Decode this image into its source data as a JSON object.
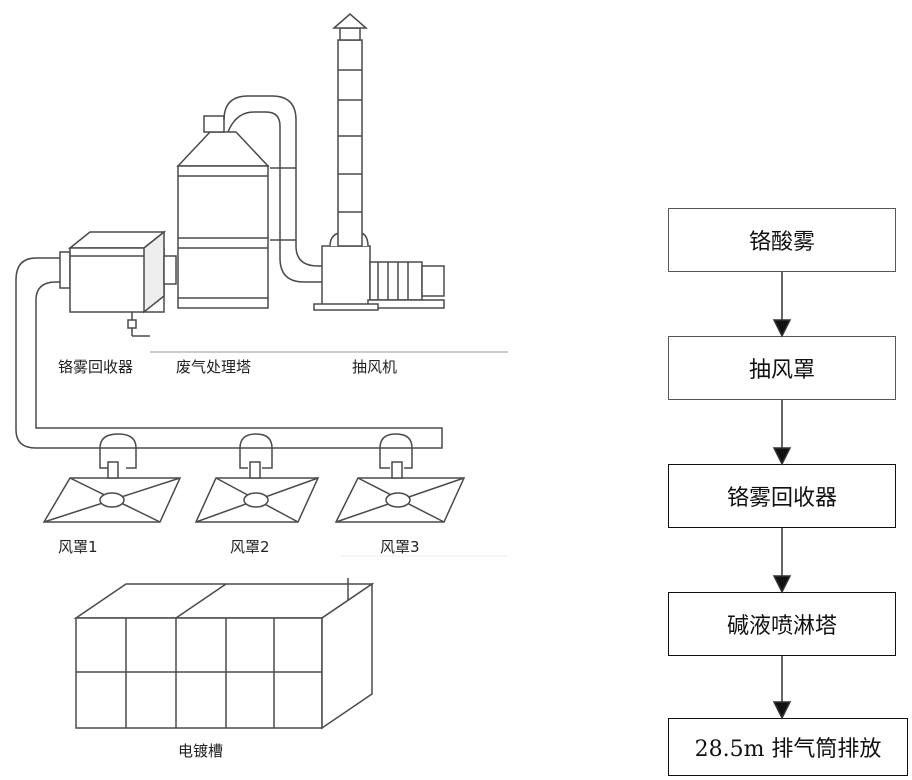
{
  "schematic": {
    "labels": {
      "chrome_recovery": "铬雾回收器",
      "gas_tower": "废气处理塔",
      "fan": "抽风机",
      "hood1": "风罩1",
      "hood2": "风罩2",
      "hood3": "风罩3",
      "plating_tank": "电镀槽"
    }
  },
  "flowchart": {
    "steps": [
      "铬酸雾",
      "抽风罩",
      "铬雾回收器",
      "碱液喷淋塔",
      "28.5m 排气筒排放"
    ]
  },
  "colors": {
    "line": "#4a4a4a",
    "box_border": "#555555",
    "text": "#111111"
  }
}
